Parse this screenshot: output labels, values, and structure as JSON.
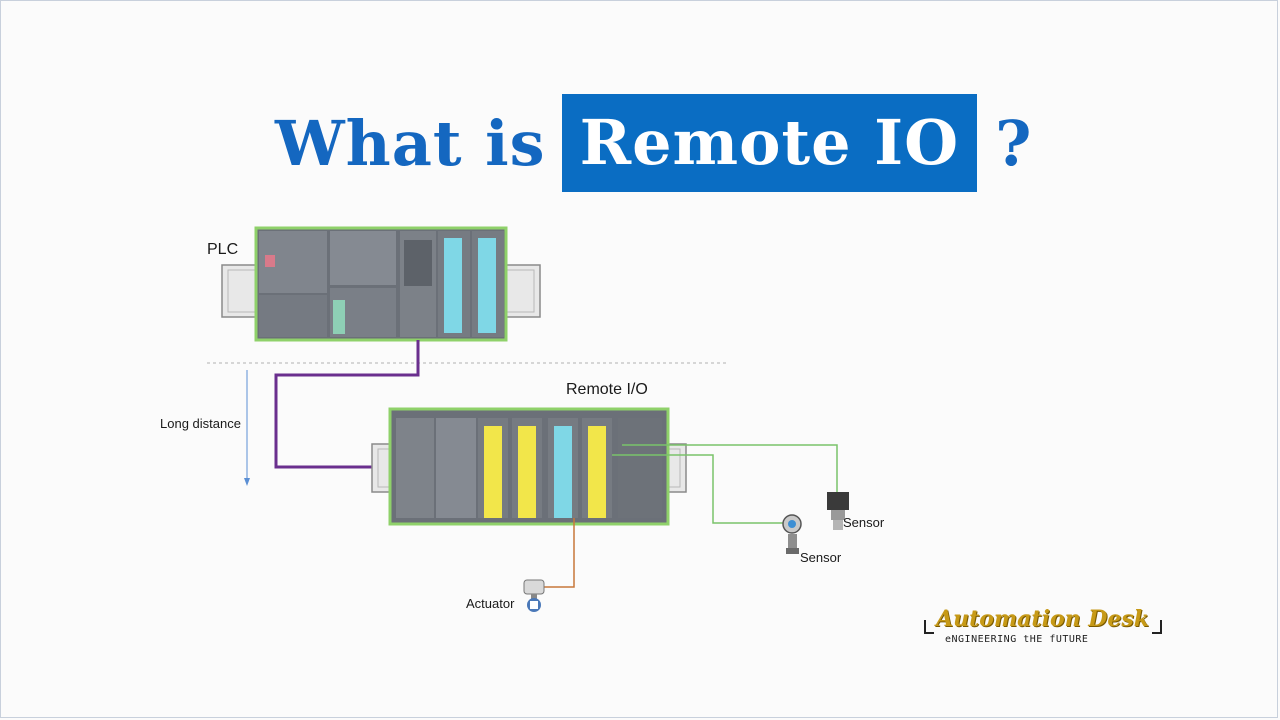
{
  "title": {
    "prefix": "What is",
    "highlight": "Remote IO",
    "suffix": "?"
  },
  "labels": {
    "plc": "PLC",
    "remote_io": "Remote I/O",
    "long_distance": "Long distance",
    "sensor_1": "Sensor",
    "sensor_2": "Sensor",
    "actuator": "Actuator"
  },
  "logo": {
    "name": "Automation Desk",
    "tagline": "eNGINEERING tHE fUTURE"
  },
  "colors": {
    "title_blue": "#1467c0",
    "highlight_bg": "#0a6dc3",
    "plc_cable": "#6a2f8e",
    "sensor_cable": "#7ac36a",
    "actuator_cable": "#c8783a",
    "module_highlight": "#8fd16a",
    "io_yellow": "#f2e64a",
    "io_cyan": "#7fd7e6",
    "logo_gold": "#c79a17"
  },
  "icons": [
    "plc-rack-icon",
    "remote-io-rack-icon",
    "pressure-sensor-icon",
    "flow-transmitter-icon",
    "valve-actuator-icon"
  ]
}
